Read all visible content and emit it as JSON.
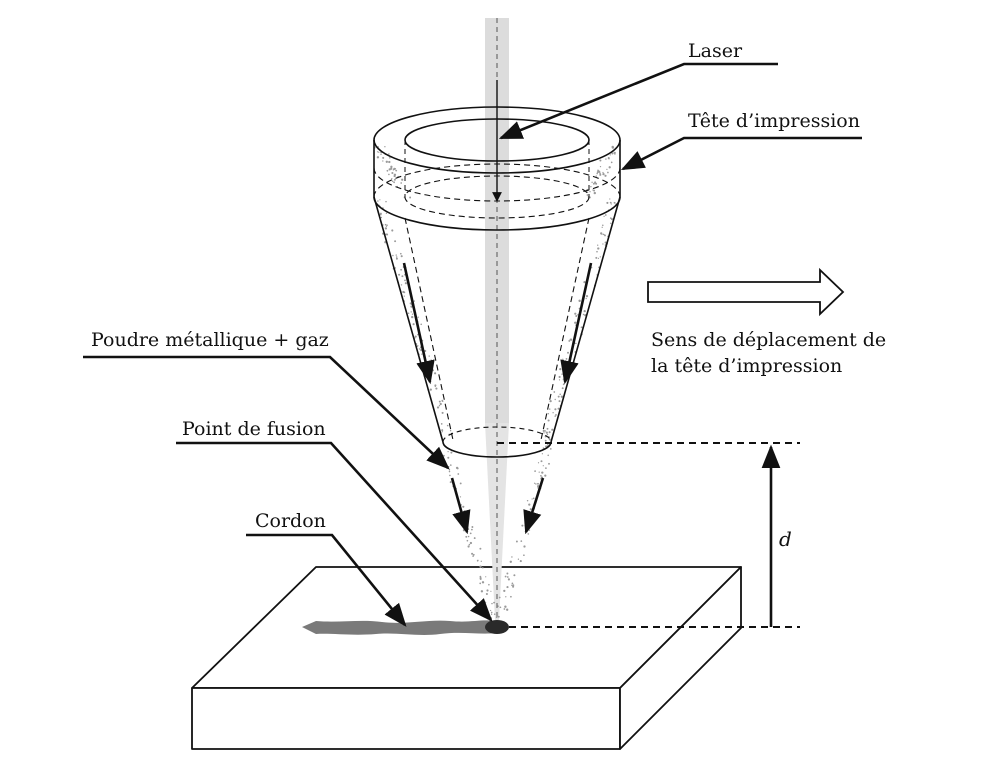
{
  "labels": {
    "laser": "Laser",
    "head": "Tête d’impression",
    "powder": "Poudre métallique + gaz",
    "fusion": "Point de fusion",
    "bead": "Cordon",
    "direction_line1": "Sens de déplacement de",
    "direction_line2": "la tête d’impression",
    "distance": "d"
  },
  "colors": {
    "ink": "#111111",
    "beam": "#dcdcdc",
    "bead": "#7a7a7a",
    "melt_pool": "#2a2a2a",
    "powder": "#9a9a9a"
  }
}
